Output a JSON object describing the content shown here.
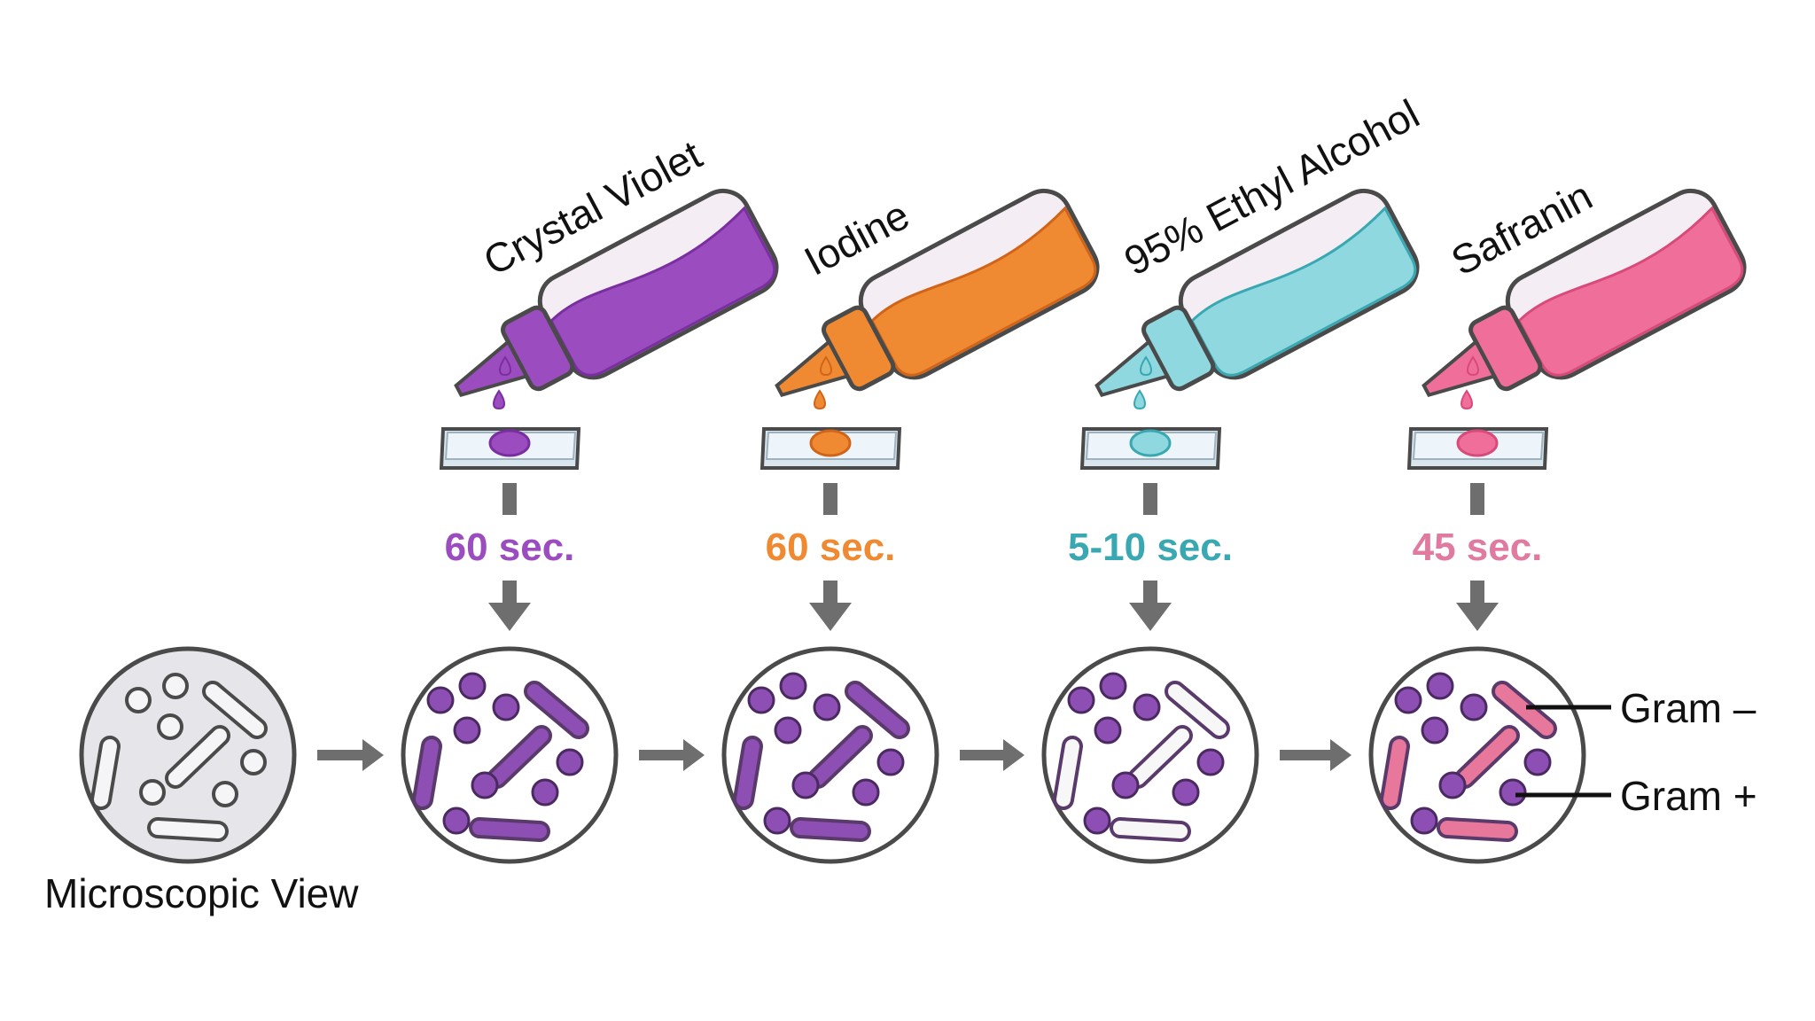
{
  "steps": [
    {
      "reagent": "Crystal Violet",
      "time": "60 sec.",
      "color": "#9b4dbf",
      "dark": "#7a2fa0"
    },
    {
      "reagent": "Iodine",
      "time": "60 sec.",
      "color": "#f08a32",
      "dark": "#d0651a"
    },
    {
      "reagent": "95% Ethyl Alcohol",
      "time": "5-10 sec.",
      "color": "#8fd8df",
      "dark": "#3aa8b2"
    },
    {
      "reagent": "Safranin",
      "time": "45 sec.",
      "color": "#ef6f9a",
      "dark": "#d84a7a"
    }
  ],
  "time_colors": [
    "#9b4dbf",
    "#f08a32",
    "#3aa8b2",
    "#e07aa0"
  ],
  "views": [
    {
      "rods": "none",
      "cocci": "none"
    },
    {
      "rods": "purple",
      "cocci": "purple"
    },
    {
      "rods": "purple",
      "cocci": "purple"
    },
    {
      "rods": "clear",
      "cocci": "purple"
    },
    {
      "rods": "pink",
      "cocci": "purple"
    }
  ],
  "microscopic_view_label": "Microscopic View",
  "gram_negative_label": "Gram –",
  "gram_positive_label": "Gram +",
  "palette": {
    "purple_cell": "#8e4fb5",
    "pink_cell": "#e8779c",
    "outline": "#4a4a4a",
    "arrow": "#6e6e6e",
    "view_bg_first": "#e6e6ea",
    "view_bg": "#ffffff"
  }
}
